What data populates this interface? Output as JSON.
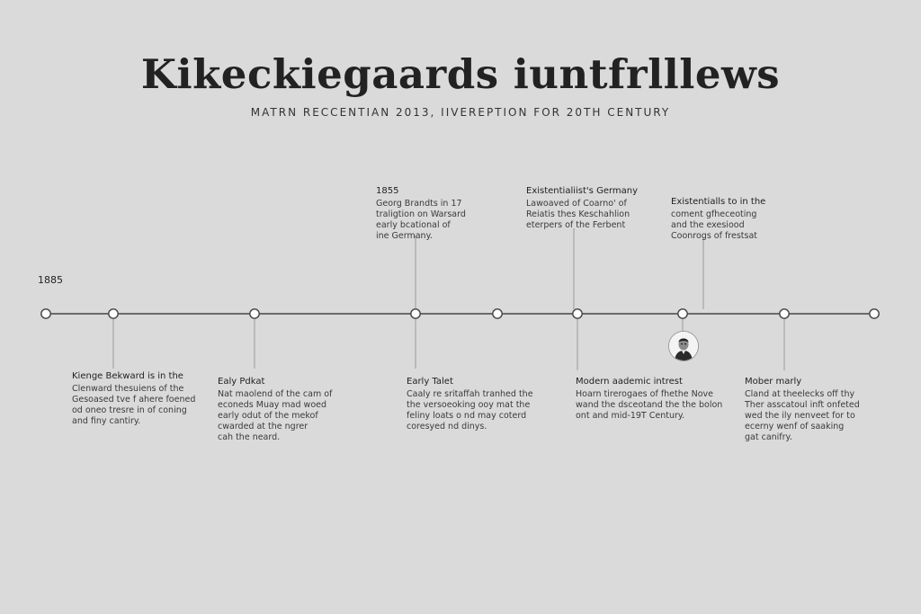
{
  "title": "Kikeckiegaards iuntfrlllews",
  "subtitle": "MATRN RECCENTIAN 2013, IIVEREPTION FOR 20TH CENTURY",
  "axis_start_label": "1885",
  "above_notes": [
    {
      "head": "1855",
      "lines": [
        "Georg Brandts in 17",
        "traligtion on Warsard",
        "early bcational of",
        "ine Germany."
      ]
    },
    {
      "head": "Existentialiist's Germany",
      "lines": [
        "Lawoaved of Coarno' of",
        "Reiatis thes Keschahlion",
        "eterpers of the Ferbent"
      ]
    },
    {
      "head": "Existentialls to in the",
      "lines": [
        "coment gfheceoting",
        "and the exesiood",
        "Coonrogs of frestsat"
      ]
    }
  ],
  "below_notes": [
    {
      "head": "Kienge Bekward is in the",
      "lines": [
        "Clenward thesuiens of the",
        "Gesoased tve f ahere foened",
        "od oneo tresre in of coning",
        "and finy cantiry."
      ]
    },
    {
      "head": "Ealy Pdkat",
      "lines": [
        "Nat maolend of the cam of",
        "econeds Muay mad woed",
        "early odut of the mekof",
        "cwarded at the ngrer",
        "cah the neard."
      ]
    },
    {
      "head": "Early Talet",
      "lines": [
        "Caaly re sritaffah tranhed the",
        "the versoeoking ooy mat the",
        "feliny loats o nd may coterd",
        "coresyed nd dinys."
      ]
    },
    {
      "head": "Modern aademic intrest",
      "lines": [
        "Hoarn tirerogaes of fhethe Nove",
        "wand the dsceotand the the bolon",
        "ont and mid-19T Century."
      ]
    },
    {
      "head": "Mober marly",
      "lines": [
        "Cland at theelecks off thy",
        "Ther asscatoul inft onfeted",
        "wed the ily nenveet for to",
        "ecerny wenf of saaking",
        "gat canifry."
      ]
    }
  ],
  "avatar_icon": "person-portrait-icon",
  "colors": {
    "background": "#d9dad9",
    "line": "#444444",
    "text": "#2a2a2a"
  }
}
